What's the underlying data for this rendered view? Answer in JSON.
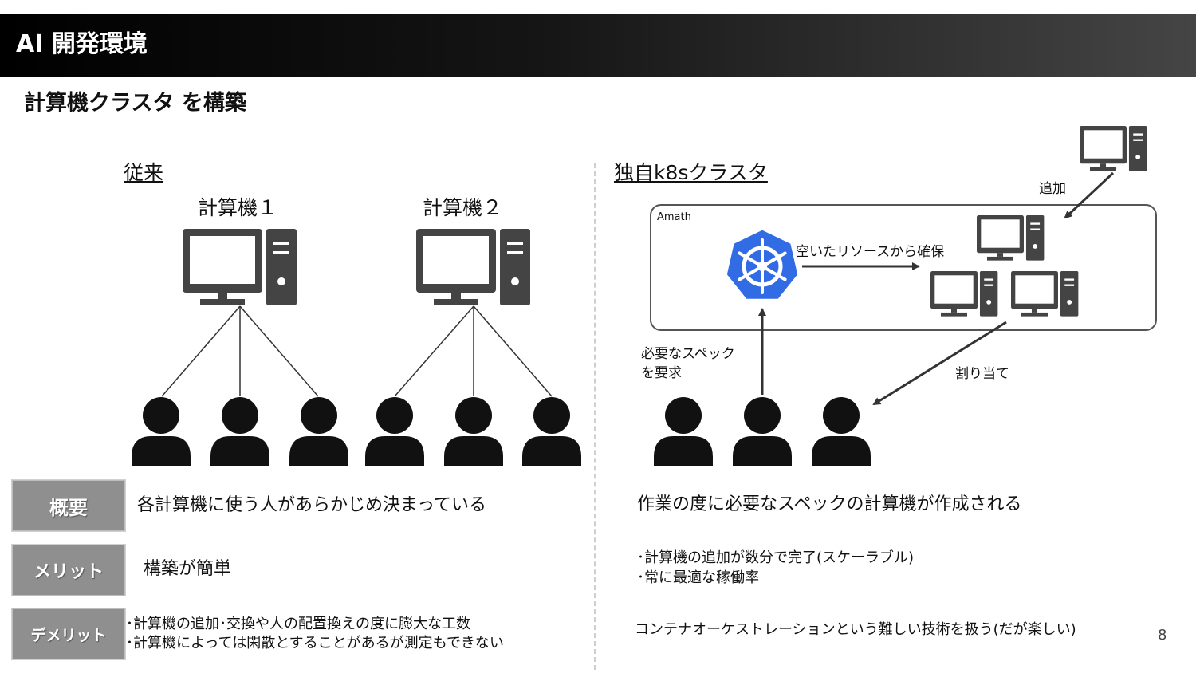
{
  "header": {
    "title": "AI 開発環境"
  },
  "subtitle": "計算機クラスタ を構築",
  "left": {
    "heading": "従来",
    "computer1": "計算機１",
    "computer2": "計算機２"
  },
  "right": {
    "heading": "独自k8sクラスタ",
    "cluster_name": "Amath",
    "add_label": "追加",
    "allocate_resources": "空いたリソースから確保",
    "request_line1": "必要なスペック",
    "request_line2": "を要求",
    "assign_label": "割り当て"
  },
  "badges": {
    "overview": "概要",
    "merit": "メリット",
    "demerit": "デメリット"
  },
  "conventional": {
    "overview": "各計算機に使う人があらかじめ決まっている",
    "merit": "構築が簡単",
    "demerit_1": "･計算機の追加･交換や人の配置換えの度に膨大な工数",
    "demerit_2": "･計算機によっては閑散とすることがあるが測定もできない"
  },
  "k8s": {
    "overview": "作業の度に必要なスペックの計算機が作成される",
    "merit_1": "･計算機の追加が数分で完了(スケーラブル)",
    "merit_2": "･常に最適な稼働率",
    "demerit": "コンテナオーケストレーションという難しい技術を扱う(だが楽しい)"
  },
  "page_number": "8",
  "icons": {
    "computer": "desktop-computer-icon",
    "user": "user-icon",
    "kubernetes": "kubernetes-logo"
  },
  "colors": {
    "header_dark": "#000000",
    "badge_gray": "#8f8f8f",
    "icon_dark": "#444444",
    "k8s_blue": "#326ce5"
  }
}
